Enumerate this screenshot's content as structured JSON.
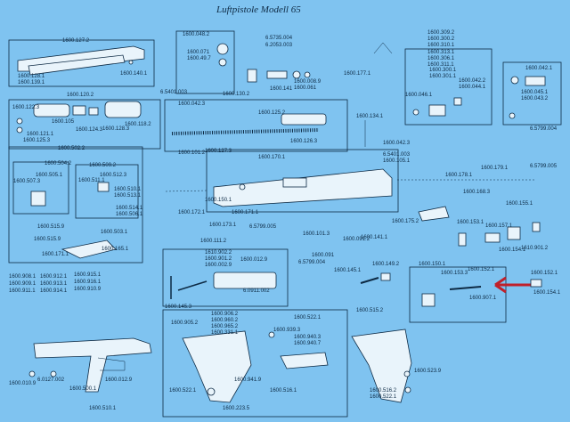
{
  "title": "Luftpistole  Modell  65",
  "arrow_color": "#c0202a",
  "labels": [
    "1600.127.2",
    "1600.128.1",
    "1600.139.1",
    "1600.140.1",
    "1600.048.2",
    "1600.071",
    "1600.49.7",
    "6.5735.004",
    "6.2053.003",
    "1600.008.9",
    "1600.061",
    "1600.141",
    "1600.130.2",
    "6.5401.003",
    "1600.042.3",
    "1600.177.1",
    "1600.309.2",
    "1600.300.2",
    "1600.310.1",
    "1600.313.1",
    "1600.306.1",
    "1600.311.1",
    "1600.300.1",
    "1600.301.1",
    "1600.042.1",
    "1600.046.1",
    "1600.042.2",
    "1600.044.1",
    "1600.045.1",
    "1600.043.2",
    "6.5799.004",
    "1600.120.2",
    "1600.122.3",
    "1600.121.1",
    "1600.124.3",
    "1600.128.3",
    "1600.118.2",
    "1600.125.3",
    "1600.105",
    "1600.125.2",
    "1600.127.3",
    "1600.126.3",
    "1600.134.1",
    "1600.042.3",
    "6.5401.003",
    "1600.105.1",
    "1600.502.2",
    "1600.504.2",
    "1600.509.2",
    "1600.507.3",
    "1600.505.1",
    "1600.511.1",
    "1600.512.3",
    "1600.510.1",
    "1600.513.1",
    "1600.514.1",
    "1600.506.1",
    "1600.515.9",
    "1600.515.9",
    "1600.503.1",
    "1600.165.1",
    "1600.171.1",
    "1600.101.2",
    "1600.170.1",
    "1600.172.1",
    "1600.173.1",
    "6.5799.005",
    "1600.171.1",
    "1600.150.1",
    "1600.111.2",
    "1600.101.3",
    "1600.091",
    "6.5799.004",
    "1600.141.1",
    "1600.091.2",
    "1600.175.2",
    "1600.178.1",
    "1600.179.1",
    "6.5799.005",
    "1600.168.3",
    "1600.155.1",
    "1600.153.1",
    "1600.157.1",
    "1600.154.1",
    "1610.901.2",
    "1610.902.2",
    "1600.901.2",
    "1600.002.9",
    "1600.012.9",
    "6.0911.002",
    "1600.145.3",
    "1600.145.1",
    "1600.149.2",
    "1600.150.1",
    "1600.153.3",
    "1600.152.1",
    "1600.152.1",
    "1600.154.1",
    "1600.907.1",
    "1600.908.1",
    "1600.909.1",
    "1600.911.1",
    "1600.912.1",
    "1600.913.1",
    "1600.914.1",
    "1600.915.1",
    "1600.916.1",
    "1600.910.9",
    "1600.010.9",
    "6.0127.002",
    "1600.500.1",
    "1600.012.9",
    "1600.510.1",
    "1600.905.2",
    "1600.906.2",
    "1600.960.2",
    "1600.965.2",
    "1600.331.1",
    "1600.522.1",
    "1600.223.5",
    "1600.941.9",
    "1600.522.1",
    "1600.939.3",
    "1600.940.3",
    "1600.940.7",
    "1600.516.1",
    "1600.515.2",
    "1600.516.2",
    "1600.522.1",
    "1600.523.9"
  ]
}
